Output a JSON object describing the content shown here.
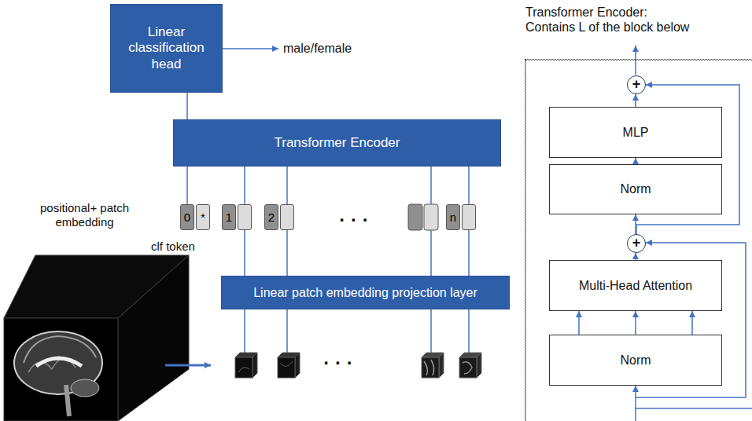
{
  "diagram": {
    "nodes": [
      {
        "text": [
          "Linear classification head"
        ]
      },
      {
        "text": [
          "Transformer Encoder"
        ]
      },
      {
        "text": [
          "0",
          "*"
        ]
      },
      {
        "text": [
          "1"
        ]
      },
      {
        "text": [
          "2"
        ]
      },
      {
        "text": [
          "n"
        ]
      },
      {
        "text": [
          "Linear patch embedding projection layer"
        ]
      },
      {
        "text": [
          "Transformer Encoder:",
          "Contains L of the block below"
        ]
      },
      {
        "text": [
          "+"
        ],
        "in": 7
      },
      {
        "text": [
          "MLP"
        ],
        "in": 7
      },
      {
        "text": [
          "Norm"
        ],
        "in": 7
      },
      {
        "text": [
          "+"
        ],
        "in": 7
      },
      {
        "text": [
          "Multi-Head Attention"
        ],
        "in": 7
      },
      {
        "text": [
          "Norm"
        ],
        "in": 7
      }
    ],
    "edges": [
      {
        "from": 1,
        "to": 0,
        "arrow": "none"
      },
      {
        "from": 2,
        "to": 1,
        "arrow": "none"
      },
      {
        "from": 3,
        "to": 1,
        "arrow": "none"
      },
      {
        "from": 4,
        "to": 1,
        "arrow": "none"
      },
      {
        "from": 5,
        "to": 1,
        "arrow": "none"
      },
      {
        "from": 6,
        "to": 3,
        "arrow": "none"
      },
      {
        "from": 6,
        "to": 4,
        "arrow": "none"
      },
      {
        "from": 6,
        "to": 5,
        "arrow": "none"
      },
      {
        "from": 13,
        "to": 12,
        "arrow": "to"
      },
      {
        "from": 13,
        "to": 12,
        "arrow": "to"
      },
      {
        "from": 13,
        "to": 12,
        "arrow": "to"
      },
      {
        "from": 12,
        "to": 11,
        "arrow": "to"
      },
      {
        "from": 11,
        "to": 10,
        "arrow": "to"
      },
      {
        "from": 10,
        "to": 9,
        "arrow": "to"
      },
      {
        "from": 9,
        "to": 8,
        "arrow": "to"
      },
      {
        "from": 11,
        "to": 8,
        "arrow": "to"
      }
    ],
    "labels": [
      "positional+ patch embedding",
      "clf token",
      "male/female",
      "· · ·",
      "· · ·"
    ]
  }
}
